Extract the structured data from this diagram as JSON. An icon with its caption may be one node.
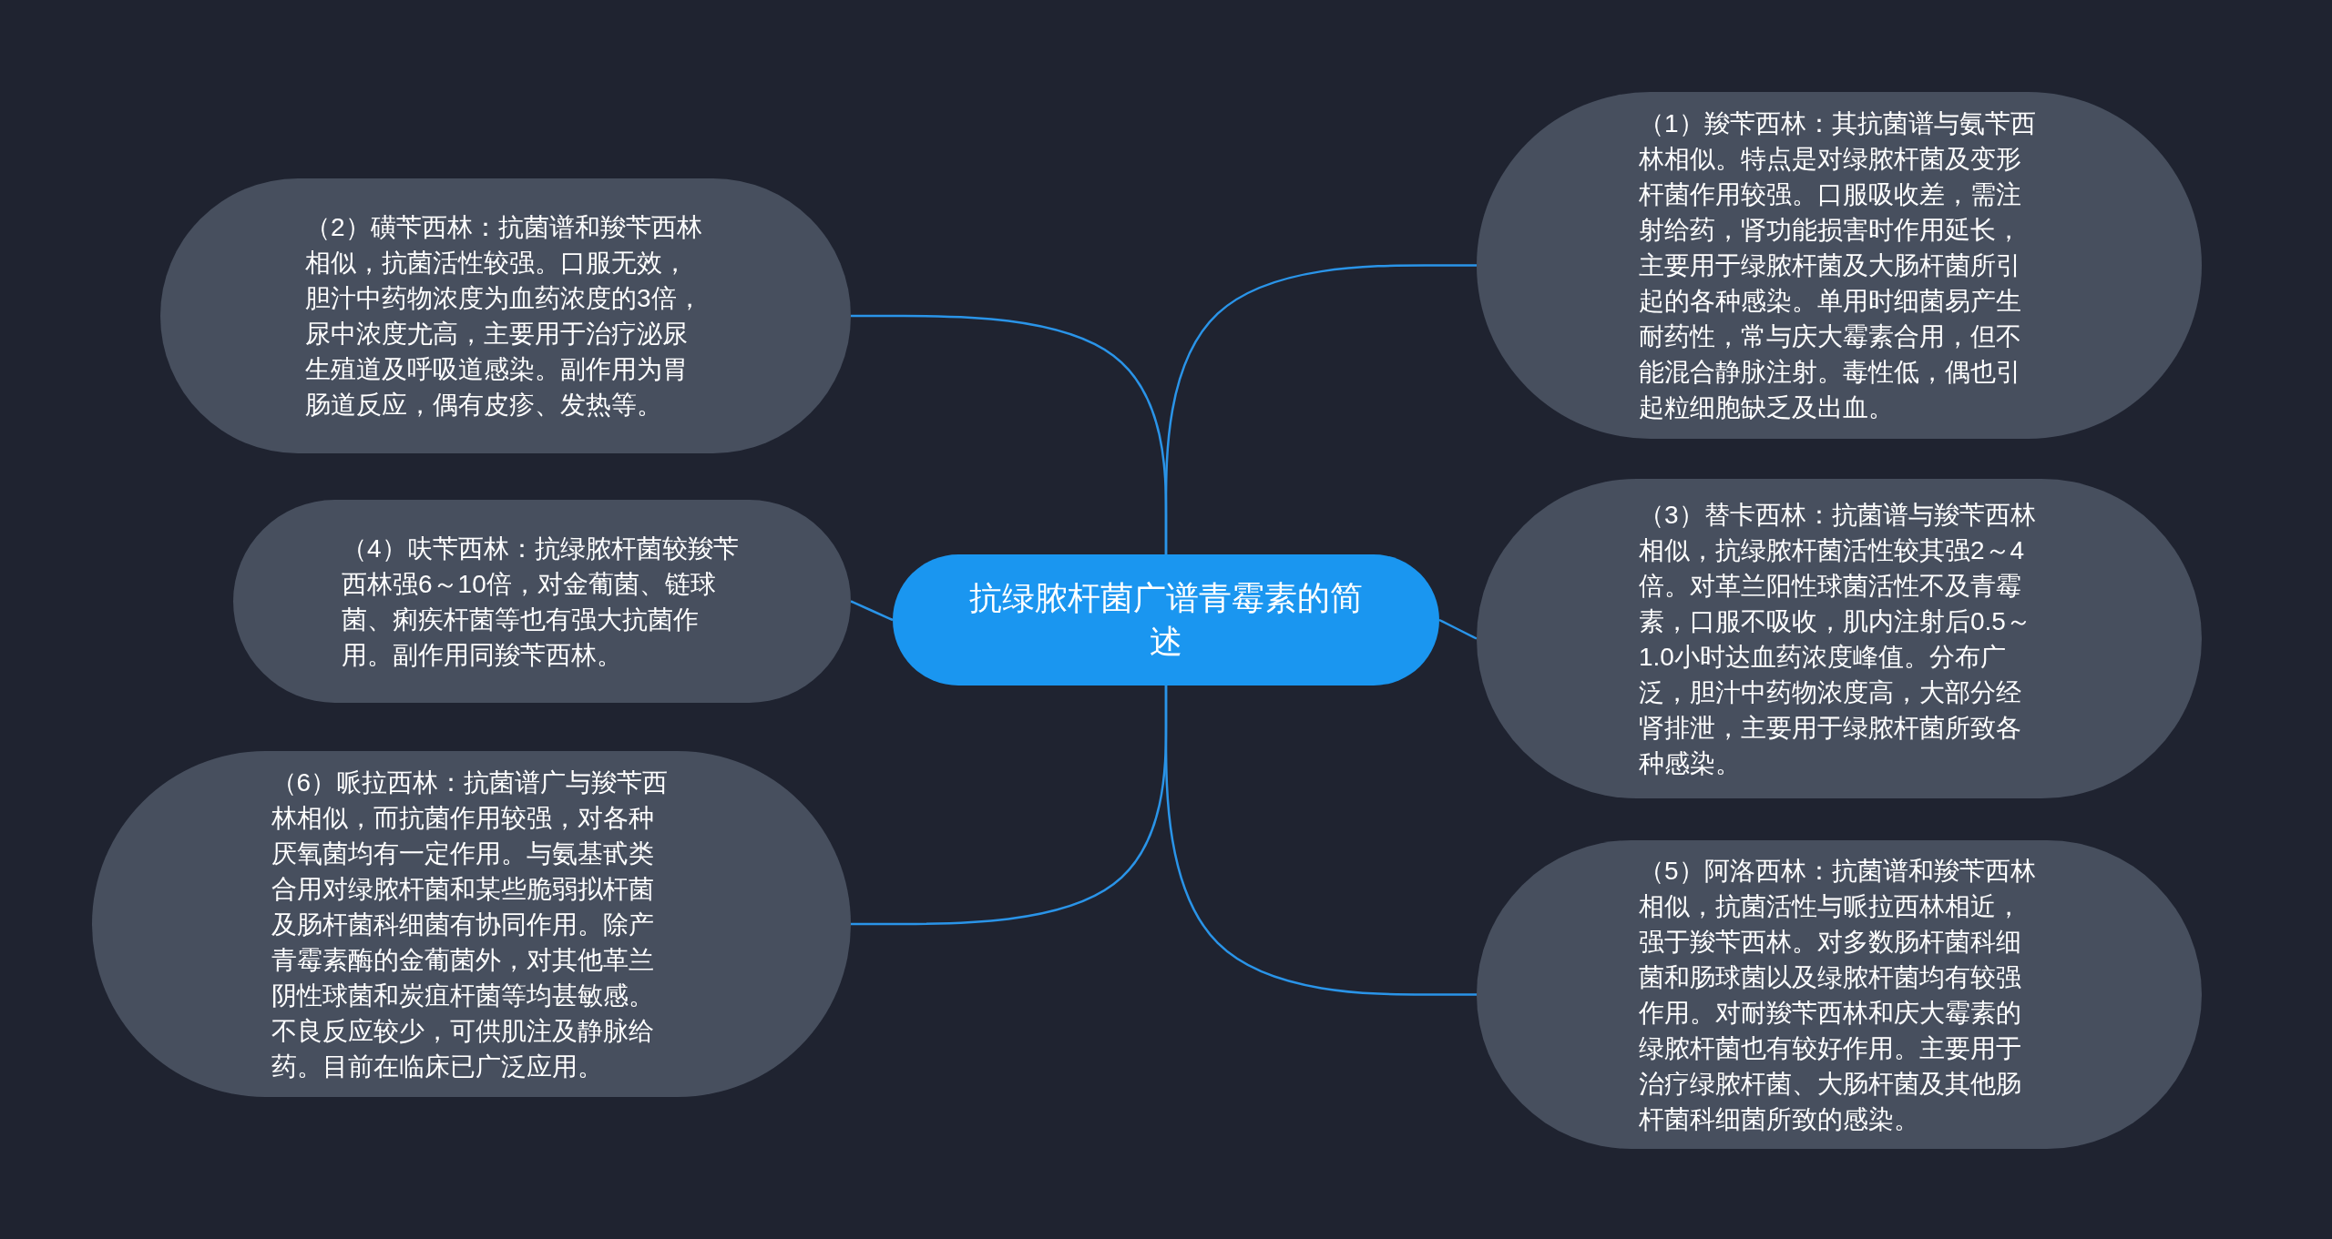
{
  "diagram": {
    "nodes": [
      {
        "text": [
          "抗绿脓杆菌广谱青霉素的简述"
        ]
      },
      {
        "text": [
          "（1）羧苄西林：其抗菌谱与氨苄西林相似。特点是对绿脓杆菌及变形杆菌作用较强。口服吸收差，需注射给药，肾功能损害时作用延长，主要用于绿脓杆菌及大肠杆菌所引起的各种感染。单用时细菌易产生耐药性，常与庆大霉素合用，但不能混合静脉注射。毒性低，偶也引起粒细胞缺乏及出血。"
        ]
      },
      {
        "text": [
          "（2）磺苄西林：抗菌谱和羧苄西林相似，抗菌活性较强。口服无效，胆汁中药物浓度为血药浓度的3倍，尿中浓度尤高，主要用于治疗泌尿生殖道及呼吸道感染。副作用为胃肠道反应，偶有皮疹、发热等。"
        ]
      },
      {
        "text": [
          "（3）替卡西林：抗菌谱与羧苄西林相似，抗绿脓杆菌活性较其强2～4倍。对革兰阳性球菌活性不及青霉素，口服不吸收，肌内注射后0.5～1.0小时达血药浓度峰值。分布广泛，胆汁中药物浓度高，大部分经肾排泄，主要用于绿脓杆菌所致各种感染。"
        ]
      },
      {
        "text": [
          "（4）呋苄西林：抗绿脓杆菌较羧苄西林强6～10倍，对金葡菌、链球菌、痢疾杆菌等也有强大抗菌作用。副作用同羧苄西林。"
        ]
      },
      {
        "text": [
          "（5）阿洛西林：抗菌谱和羧苄西林相似，抗菌活性与哌拉西林相近，强于羧苄西林。对多数肠杆菌科细菌和肠球菌以及绿脓杆菌均有较强作用。对耐羧苄西林和庆大霉素的绿脓杆菌也有较好作用。主要用于治疗绿脓杆菌、大肠杆菌及其他肠杆菌科细菌所致的感染。"
        ]
      },
      {
        "text": [
          "（6）哌拉西林：抗菌谱广与羧苄西林相似，而抗菌作用较强，对各种厌氧菌均有一定作用。与氨基甙类合用对绿脓杆菌和某些脆弱拟杆菌及肠杆菌科细菌有协同作用。除产青霉素酶的金葡菌外，对其他革兰阴性球菌和炭疽杆菌等均甚敏感。不良反应较少，可供肌注及静脉给药。目前在临床已广泛应用。"
        ]
      }
    ],
    "edges": [
      {
        "from": 0,
        "to": 1,
        "arrow": "none"
      },
      {
        "from": 0,
        "to": 2,
        "arrow": "none"
      },
      {
        "from": 0,
        "to": 3,
        "arrow": "none"
      },
      {
        "from": 0,
        "to": 4,
        "arrow": "none"
      },
      {
        "from": 0,
        "to": 5,
        "arrow": "none"
      },
      {
        "from": 0,
        "to": 6,
        "arrow": "none"
      }
    ]
  }
}
